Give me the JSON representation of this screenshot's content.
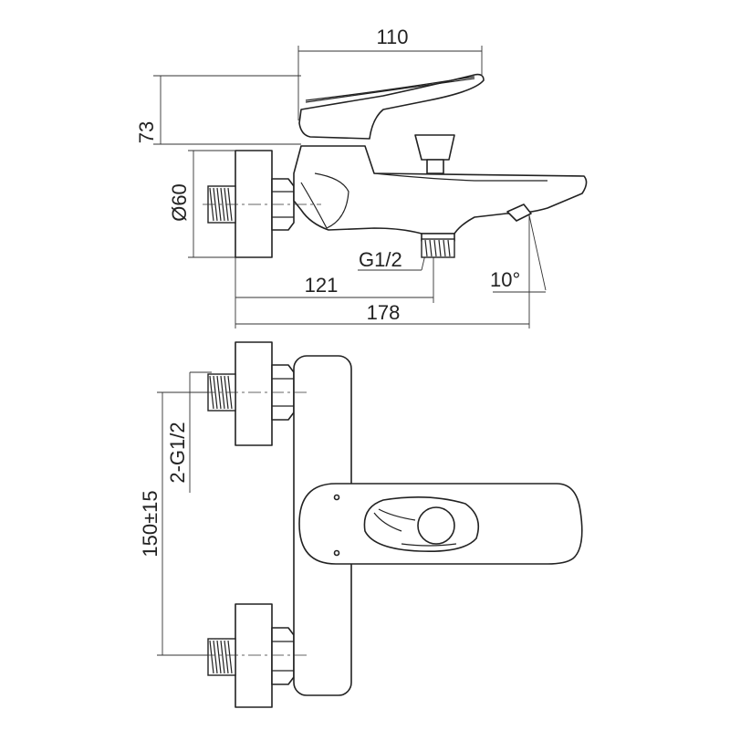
{
  "dimensions": {
    "width_top": "110",
    "height_top": "73",
    "diameter": "Ø60",
    "inlet_thread": "G1/2",
    "spout_offset": "121",
    "overall_length": "178",
    "spout_angle": "10°",
    "wall_threads": "2-G1/2",
    "center_distance": "150±15"
  }
}
